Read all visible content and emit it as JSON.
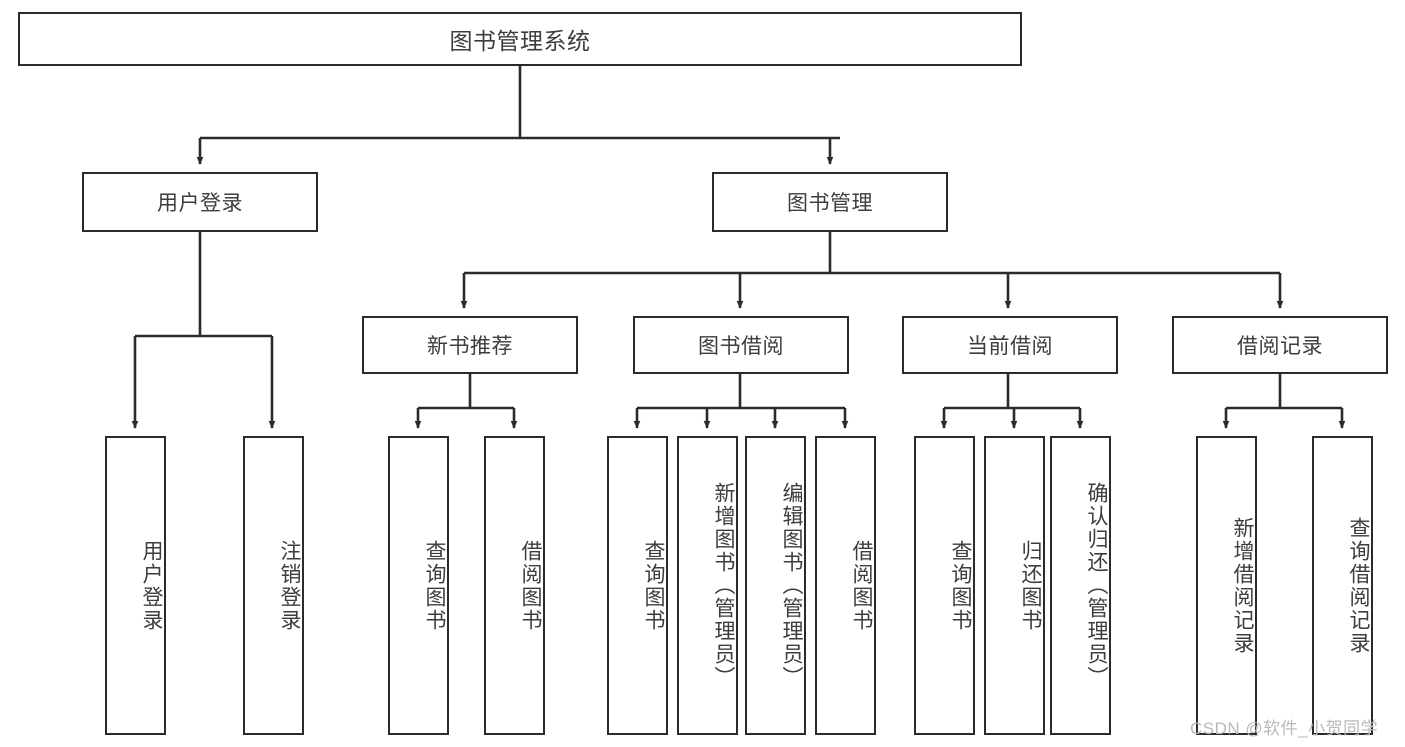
{
  "diagram": {
    "title": "图书管理系统",
    "type": "tree-hierarchy-diagram",
    "colors": {
      "box_border": "#2b2b2b",
      "box_fill": "#ffffff",
      "text": "#3d3d3d",
      "edge": "#2b2b2b",
      "watermark": "#b9b9b9",
      "background": "#ffffff"
    }
  },
  "root": {
    "label": "图书管理系统"
  },
  "level1": [
    {
      "label": "用户登录"
    },
    {
      "label": "图书管理"
    }
  ],
  "level2": [
    {
      "label": "新书推荐"
    },
    {
      "label": "图书借阅"
    },
    {
      "label": "当前借阅"
    },
    {
      "label": "借阅记录"
    }
  ],
  "leaves": {
    "user_login": [
      {
        "label": "用户登录"
      },
      {
        "label": "注销登录"
      }
    ],
    "new_book_recommend": [
      {
        "label": "查询图书"
      },
      {
        "label": "借阅图书"
      }
    ],
    "book_borrow": [
      {
        "label": "查询图书"
      },
      {
        "label": "新增图书（管理员）"
      },
      {
        "label": "编辑图书（管理员）"
      },
      {
        "label": "借阅图书"
      }
    ],
    "current_borrow": [
      {
        "label": "查询图书"
      },
      {
        "label": "归还图书"
      },
      {
        "label": "确认归还（管理员）"
      }
    ],
    "borrow_record": [
      {
        "label": "新增借阅记录"
      },
      {
        "label": "查询借阅记录"
      }
    ]
  },
  "watermark": {
    "text": "CSDN @软件_小贺同学"
  }
}
